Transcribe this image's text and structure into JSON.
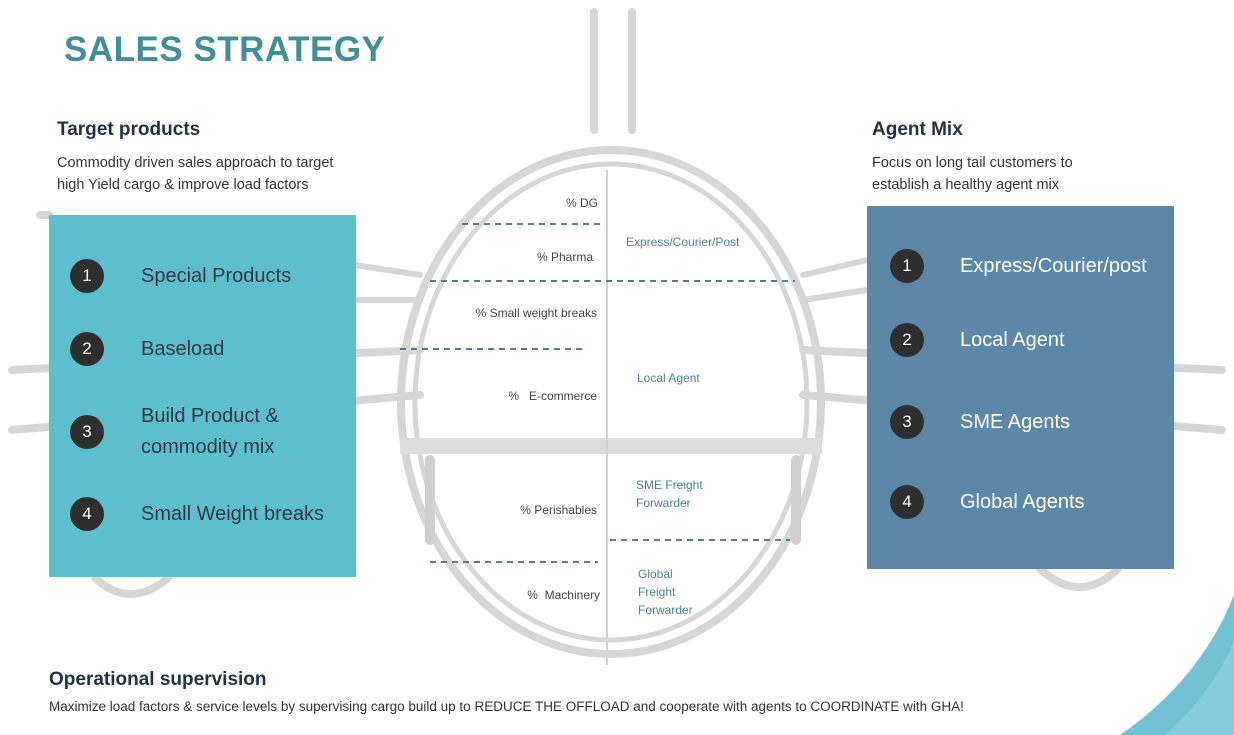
{
  "title": "SALES STRATEGY",
  "target_products": {
    "heading": "Target products",
    "description_line1": "Commodity driven sales approach to target",
    "description_line2": "high Yield cargo & improve load factors",
    "items": [
      {
        "number": "1",
        "line1": "Special Products",
        "line2": ""
      },
      {
        "number": "2",
        "line1": "Baseload",
        "line2": ""
      },
      {
        "number": "3",
        "line1": "Build Product &",
        "line2": "commodity mix"
      },
      {
        "number": "4",
        "line1": "Small Weight breaks",
        "line2": ""
      }
    ]
  },
  "agent_mix": {
    "heading": "Agent Mix",
    "description_line1": "Focus on long tail customers to",
    "description_line2": "establish a healthy agent mix",
    "items": [
      {
        "number": "1",
        "label": "Express/Courier/post"
      },
      {
        "number": "2",
        "label": "Local Agent"
      },
      {
        "number": "3",
        "label": "SME Agents"
      },
      {
        "number": "4",
        "label": "Global Agents"
      }
    ]
  },
  "fuselage": {
    "commodities": [
      "% DG",
      "% Pharma",
      "% Small weight breaks",
      "%   E-commerce",
      "% Perishables",
      "%  Machinery"
    ],
    "agents": [
      {
        "line1": "Express/Courier/Post",
        "line2": "",
        "line3": ""
      },
      {
        "line1": "Local Agent",
        "line2": "",
        "line3": ""
      },
      {
        "line1": "SME Freight",
        "line2": "Forwarder",
        "line3": ""
      },
      {
        "line1": "Global",
        "line2": "Freight",
        "line3": "Forwarder"
      }
    ]
  },
  "operational": {
    "heading": "Operational supervision",
    "description": "Maximize load factors & service levels by supervising cargo build up to REDUCE THE OFFLOAD and cooperate with agents to COORDINATE with GHA!"
  },
  "colors": {
    "title": "#3f8e9a",
    "left_panel": "#5dbfce",
    "right_panel": "#5c87a6",
    "number_badge": "#2e2e2e",
    "outline": "#d4d4d4",
    "dashed": "#4e7f96",
    "accent_swoosh": "#5bb7cc"
  }
}
